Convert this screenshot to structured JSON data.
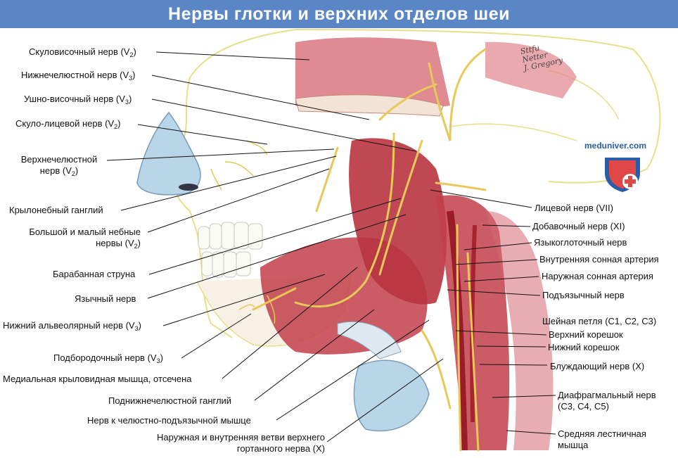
{
  "title": "Нервы глотки и верхних отделов шеи",
  "watermark": "meduniver.com",
  "signature": [
    "Sttfu",
    "Netter",
    "J. Gregory"
  ],
  "colors": {
    "title_bg": "#5b86c6",
    "muscle": "#c2404a",
    "nerve": "#e8c858",
    "bone_line": "#e6e08a",
    "cartilage": "#b9d5e8"
  },
  "left_labels": [
    {
      "text": "Скуловисочный нерв (V",
      "sub": "2",
      "tail": ")"
    },
    {
      "text": "Нижнечелюстной нерв (V",
      "sub": "3",
      "tail": ")"
    },
    {
      "text": "Ушно-височный нерв (V",
      "sub": "3",
      "tail": ")"
    },
    {
      "text": "Скуло-лицевой нерв (V",
      "sub": "2",
      "tail": ")"
    },
    {
      "text": "Верхнечелюстной",
      "line2": "нерв (V",
      "sub": "2",
      "tail": ")"
    },
    {
      "text": "Крылонебный ганглий"
    },
    {
      "text": "Большой и малый небные",
      "line2": "нервы (V",
      "sub": "2",
      "tail": ")"
    },
    {
      "text": "Барабанная струна"
    },
    {
      "text": "Язычный нерв"
    },
    {
      "text": "Нижний альвеолярный нерв (V",
      "sub": "3",
      "tail": ")"
    },
    {
      "text": "Подбородочный нерв (V",
      "sub": "3",
      "tail": ")"
    },
    {
      "text": "Медиальная крыловидная мышца, отсечена"
    },
    {
      "text": "Поднижнечелюстной ганглий"
    },
    {
      "text": "Нерв к челюстно-подъязычной мышце"
    },
    {
      "text": "Наружная и внутренняя ветви верхнего",
      "line2": "гортанного нерва (X)"
    }
  ],
  "right_labels": [
    {
      "text": "Лицевой нерв (VII)"
    },
    {
      "text": "Добавочный нерв (XI)"
    },
    {
      "text": "Языкоглоточный нерв"
    },
    {
      "text": "Внутренняя сонная артерия"
    },
    {
      "text": "Наружная сонная артерия"
    },
    {
      "text": "Подъязычный нерв"
    },
    {
      "text": "Шейная петля (C1, C2, C3)"
    },
    {
      "text": "Верхний корешок"
    },
    {
      "text": "Нижний корешок"
    },
    {
      "text": "Блуждающий нерв (X)"
    },
    {
      "text": "Диафрагмальный нерв",
      "line2": "(C3, C4, C5)"
    },
    {
      "text": "Средняя лестничная",
      "line2": "мышца"
    }
  ]
}
